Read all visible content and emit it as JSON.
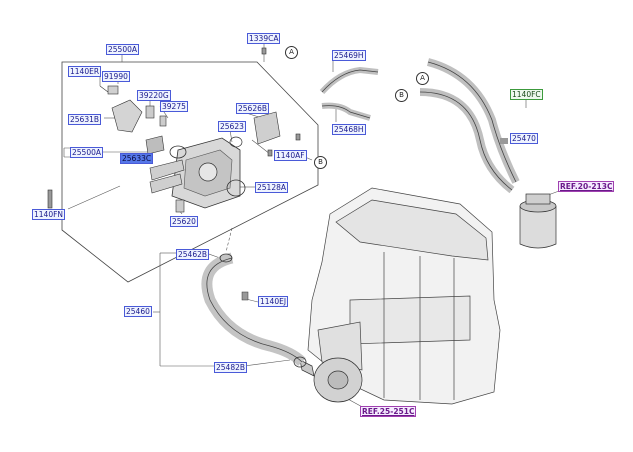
{
  "diagram": {
    "labels": {
      "l_25500A_top": "25500A",
      "l_1339CA": "1339CA",
      "l_25469H": "25469H",
      "l_1140ER": "1140ER",
      "l_91990": "91990",
      "l_39220G": "39220G",
      "l_39275": "39275",
      "l_25626B": "25626B",
      "l_25631B": "25631B",
      "l_25623": "25623",
      "l_25468H": "25468H",
      "l_25500A_mid": "25500A",
      "l_25633C": "25633C",
      "l_1140AF": "1140AF",
      "l_25128A": "25128A",
      "l_1140FN": "1140FN",
      "l_25620": "25620",
      "l_1140FC": "1140FC",
      "l_25470": "25470",
      "l_ref_20_213C": "REF.20-213C",
      "l_25462B": "25462B",
      "l_1140EJ": "1140EJ",
      "l_25460": "25460",
      "l_25482B": "25482B",
      "l_ref_25_251C": "REF.25-251C"
    },
    "callouts": {
      "A": "A",
      "B": "B"
    }
  }
}
